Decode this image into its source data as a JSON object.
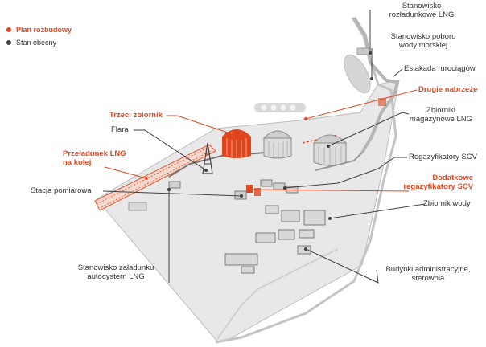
{
  "colors": {
    "expansion": "#e0461e",
    "current": "#404040",
    "land": "#e6e6e6",
    "structure": "#bdbdbd"
  },
  "legend": {
    "expansion": "Plan rozbudowy",
    "current": "Stan obecny"
  },
  "labels": {
    "rozladunkowe": "Stanowisko\nrozładunkowe LNG",
    "pobor_wody": "Stanowisko poboru\nwody morskiej",
    "estakada": "Estakada rurociągów",
    "drugie_nabrzeze": "Drugie nabrzeże",
    "zbiorniki_mag": "Zbiorniki\nmagazynowe LNG",
    "trzeci_zbiornik": "Trzeci zbiornik",
    "flara": "Flara",
    "przeladunek": "Przeładunek LNG\nna kolej",
    "regazyfikatory": "Regazyfikatory SCV",
    "dodatkowe_reg": "Dodatkowe\nregazyfikatory SCV",
    "stacja_pomiarowa": "Stacja pomiarowa",
    "zbiornik_wody": "Zbiornik wody",
    "autocysterny": "Stanowisko załadunku\nautocystern LNG",
    "budynki": "Budynki administracyjne,\nsterownia"
  }
}
